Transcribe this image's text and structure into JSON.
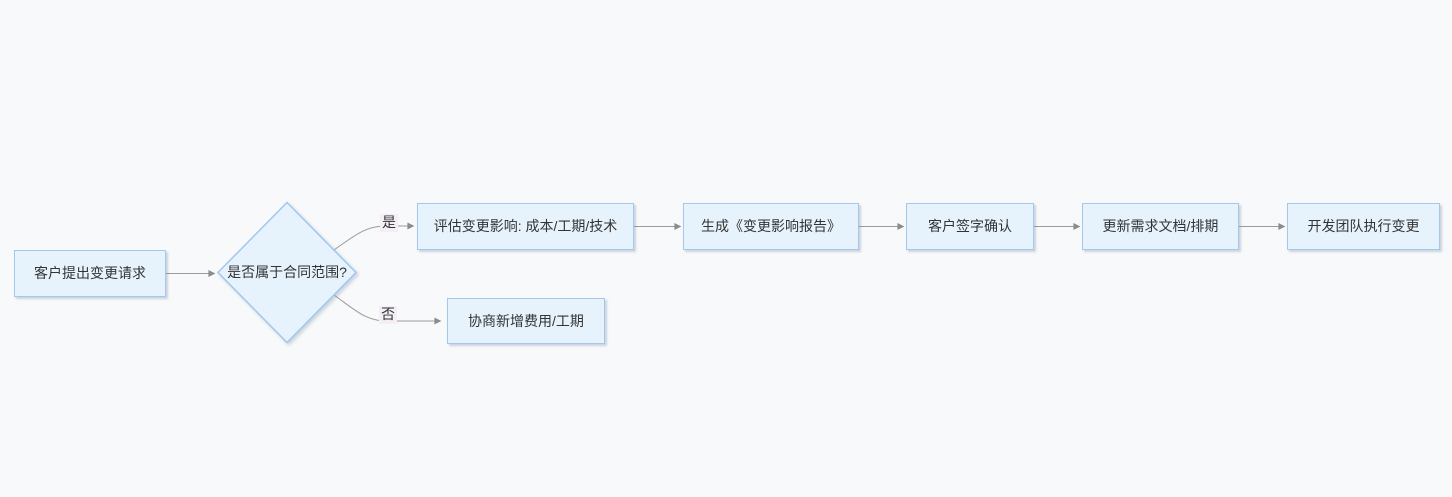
{
  "colors": {
    "background": "#f8f9fa",
    "node_fill": "#e7f3fc",
    "node_border": "#a2c8ee",
    "edge_line": "#9b9b9b",
    "arrowhead": "#8c8c8c",
    "edge_label_bg": "#f5eef7",
    "text": "#333333"
  },
  "flowchart": {
    "nodes": [
      {
        "id": "start",
        "shape": "rect",
        "label": "客户提出变更请求"
      },
      {
        "id": "decision",
        "shape": "diamond",
        "label": "是否属于合同范围?"
      },
      {
        "id": "evaluate",
        "shape": "rect",
        "label": "评估变更影响: 成本/工期/技术"
      },
      {
        "id": "report",
        "shape": "rect",
        "label": "生成《变更影响报告》"
      },
      {
        "id": "sign",
        "shape": "rect",
        "label": "客户签字确认"
      },
      {
        "id": "update",
        "shape": "rect",
        "label": "更新需求文档/排期"
      },
      {
        "id": "execute",
        "shape": "rect",
        "label": "开发团队执行变更"
      },
      {
        "id": "negotiate",
        "shape": "rect",
        "label": "协商新增费用/工期"
      }
    ],
    "edges": [
      {
        "from": "start",
        "to": "decision",
        "label": ""
      },
      {
        "from": "decision",
        "to": "evaluate",
        "label": "是"
      },
      {
        "from": "decision",
        "to": "negotiate",
        "label": "否"
      },
      {
        "from": "evaluate",
        "to": "report",
        "label": ""
      },
      {
        "from": "report",
        "to": "sign",
        "label": ""
      },
      {
        "from": "sign",
        "to": "update",
        "label": ""
      },
      {
        "from": "update",
        "to": "execute",
        "label": ""
      }
    ]
  }
}
